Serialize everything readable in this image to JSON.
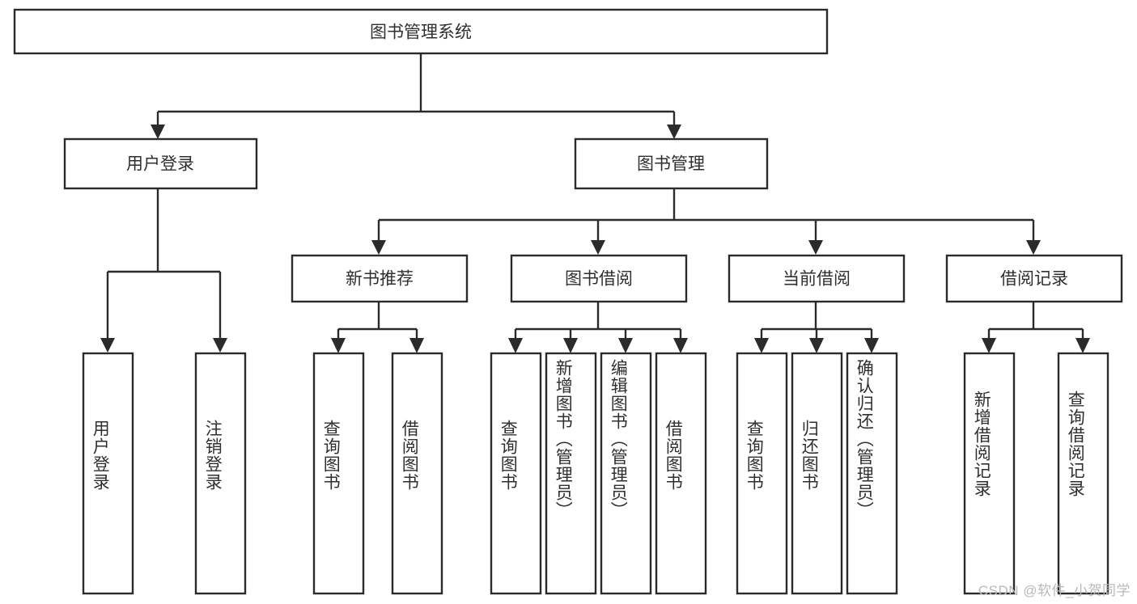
{
  "diagram": {
    "title": "图书管理系统",
    "type": "tree-hierarchy-diagram",
    "root": {
      "id": "root",
      "label": "图书管理系统"
    },
    "level2": [
      {
        "id": "user-login",
        "label": "用户登录"
      },
      {
        "id": "book-manage",
        "label": "图书管理"
      }
    ],
    "level3": [
      {
        "id": "new-book-recommend",
        "label": "新书推荐"
      },
      {
        "id": "book-borrow",
        "label": "图书借阅"
      },
      {
        "id": "current-borrow",
        "label": "当前借阅"
      },
      {
        "id": "borrow-record",
        "label": "借阅记录"
      }
    ],
    "leaves": [
      {
        "id": "leaf-user-login",
        "label": "用户登录",
        "parent": "user-login"
      },
      {
        "id": "leaf-logout-login",
        "label": "注销登录",
        "parent": "user-login"
      },
      {
        "id": "leaf-query-book-1",
        "label": "查询图书",
        "parent": "new-book-recommend"
      },
      {
        "id": "leaf-borrow-book-1",
        "label": "借阅图书",
        "parent": "new-book-recommend"
      },
      {
        "id": "leaf-query-book-2",
        "label": "查询图书",
        "parent": "book-borrow"
      },
      {
        "id": "leaf-add-book",
        "label": "新增图书（管理员）",
        "parent": "book-borrow"
      },
      {
        "id": "leaf-edit-book",
        "label": "编辑图书（管理员）",
        "parent": "book-borrow"
      },
      {
        "id": "leaf-borrow-book-2",
        "label": "借阅图书",
        "parent": "book-borrow"
      },
      {
        "id": "leaf-query-book-3",
        "label": "查询图书",
        "parent": "current-borrow"
      },
      {
        "id": "leaf-return-book",
        "label": "归还图书",
        "parent": "current-borrow"
      },
      {
        "id": "leaf-confirm-return",
        "label": "确认归还（管理员）",
        "parent": "current-borrow"
      },
      {
        "id": "leaf-add-record",
        "label": "新增借阅记录",
        "parent": "borrow-record"
      },
      {
        "id": "leaf-query-record",
        "label": "查询借阅记录",
        "parent": "borrow-record"
      }
    ],
    "colors": {
      "stroke": "#2b2b2b",
      "fill": "#ffffff",
      "text": "#2f2f2f",
      "background": "#ffffff",
      "watermark": "#b9b9b9"
    }
  },
  "watermark": {
    "text": "CSDN @软件_小贺同学"
  }
}
